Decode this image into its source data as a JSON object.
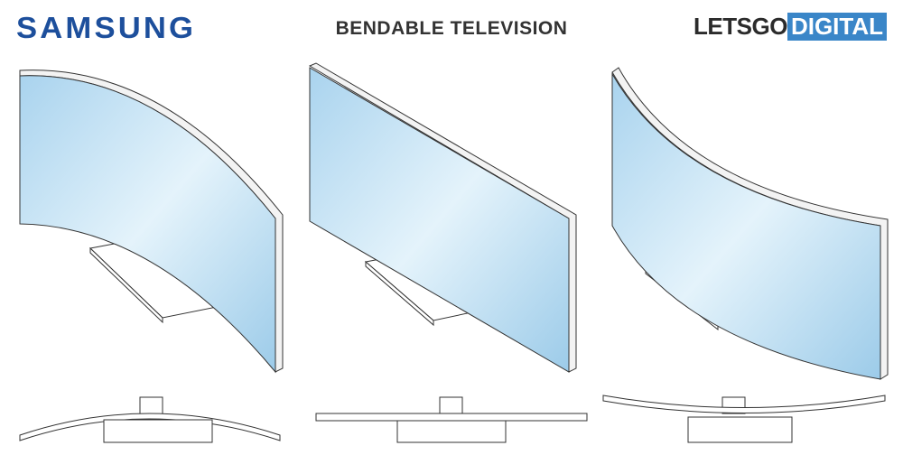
{
  "header": {
    "brand": "SAMSUNG",
    "title": "BENDABLE TELEVISION",
    "logo_part1": "LETSGO",
    "logo_part2": "DIGITAL"
  },
  "colors": {
    "brand_blue": "#1d4f9c",
    "logo_blue": "#3a86c8",
    "screen_light": "#e4f3fb",
    "screen_dark": "#a9d3ee"
  },
  "figures": [
    {
      "name": "curved-tv-convex"
    },
    {
      "name": "flat-tv"
    },
    {
      "name": "curved-tv-concave"
    }
  ]
}
